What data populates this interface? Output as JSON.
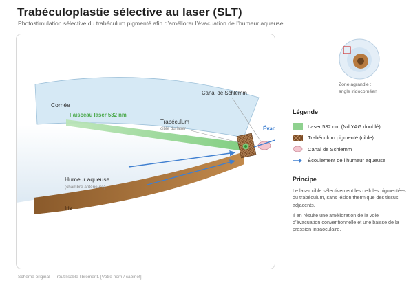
{
  "header": {
    "title": "Trabéculoplastie sélective au laser (SLT)",
    "subtitle": "Photostimulation sélective du trabéculum pigmenté afin d’améliorer l’évacuation de l’humeur aqueuse"
  },
  "diagram": {
    "cornea_label": "Cornée",
    "laser_label": "Faisceau laser 532 nm",
    "schlemm_label": "Canal de Schlemm",
    "trabeculum_label": "Trabéculum",
    "trabeculum_sublabel": "cible du laser",
    "outflow_label": "Évacuation",
    "aqueous_label": "Humeur aqueuse",
    "aqueous_sublabel": "(chambre antérieure)",
    "iris_label": "Iris"
  },
  "inset": {
    "caption_line1": "Zone agrandie :",
    "caption_line2": "angle iridocornéen"
  },
  "legend": {
    "title": "Légende",
    "items": [
      {
        "label": "Laser 532 nm (Nd:YAG doublé)",
        "color": "#8fd18f",
        "icon": "laser-swatch"
      },
      {
        "label": "Trabéculum pigmenté (cible)",
        "color": "#7a4a25",
        "icon": "trabeculum-swatch"
      },
      {
        "label": "Canal de Schlemm",
        "color": "#f4c6cf",
        "icon": "schlemm-swatch"
      },
      {
        "label": "Écoulement de l’humeur aqueuse",
        "color": "#3f7fd0",
        "icon": "arrow-right-icon"
      }
    ]
  },
  "principle": {
    "title": "Principe",
    "paragraph1": "Le laser cible sélectivement les cellules pigmentées du trabéculum, sans lésion thermique des tissus adjacents.",
    "paragraph2": "Il en résulte une amélioration de la voie d’évacuation conventionnelle et une baisse de la pression intraoculaire."
  },
  "footer": {
    "text": "Schéma original — réutilisable librement. [Votre nom / cabinet]"
  },
  "colors": {
    "cornea_fill": "#d6e9f5",
    "cornea_stroke": "#9bbfd8",
    "chamber_fill": "#e8f1f8",
    "iris_fill": "#9c6a35",
    "laser": "#8fd18f",
    "trabeculum": "#7a4a25",
    "schlemm": "#f4c6cf",
    "flow_arrow": "#3f7fd0"
  }
}
